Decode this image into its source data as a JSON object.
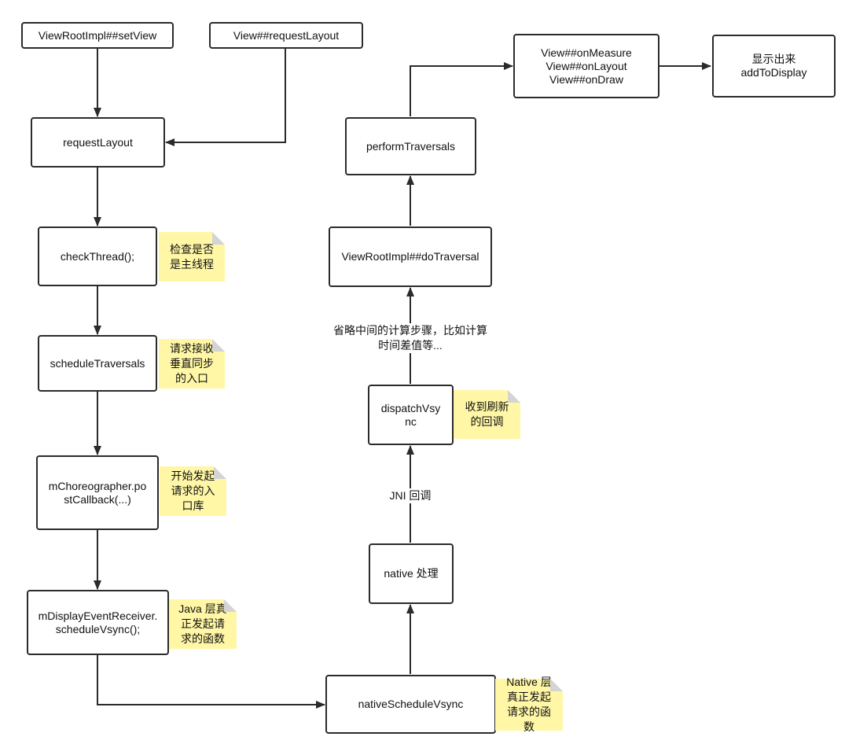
{
  "nodes": {
    "set_view": "ViewRootImpl##setView",
    "view_request_layout": "View##requestLayout",
    "request_layout": "requestLayout",
    "check_thread": "checkThread();",
    "schedule_traversals": "scheduleTraversals",
    "post_callback": [
      "mChoreographer.po",
      "stCallback(...)"
    ],
    "schedule_vsync": [
      "mDisplayEventReceiver.",
      "scheduleVsync();"
    ],
    "native_schedule_vsync": "nativeScheduleVsync",
    "native_process": "native 处理",
    "dispatch_vsync": [
      "dispatchVsy",
      "nc"
    ],
    "do_traversal": "ViewRootImpl##doTraversal",
    "perform_traversals": "performTraversals",
    "on_measure_layout_draw": [
      "View##onMeasure",
      "View##onLayout",
      "View##onDraw"
    ],
    "add_to_display": [
      "显示出来",
      "addToDisplay"
    ]
  },
  "notes": {
    "check_thread": [
      "检查是否",
      "是主线程"
    ],
    "schedule_traversals": [
      "请求接收",
      "垂直同步",
      "的入口"
    ],
    "post_callback": [
      "开始发起",
      "请求的入",
      "口库"
    ],
    "schedule_vsync": [
      "Java 层真",
      "正发起请",
      "求的函数"
    ],
    "native_schedule_vsync": [
      "Native 层",
      "真正发起",
      "请求的函",
      "数"
    ],
    "dispatch_vsync": [
      "收到刷新",
      "的回调"
    ]
  },
  "edge_labels": {
    "jni_callback": "JNI 回调",
    "omitted_steps": [
      "省略中间的计算步骤，比如计算",
      "时间差值等..."
    ]
  }
}
